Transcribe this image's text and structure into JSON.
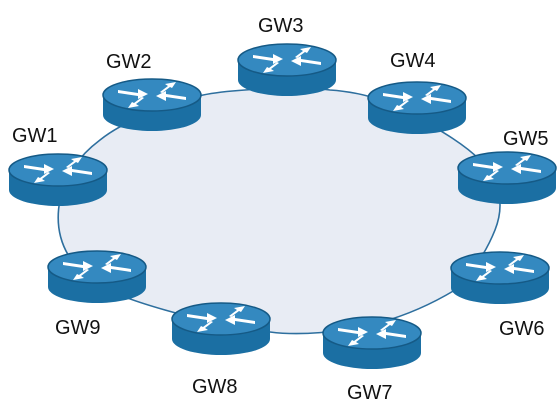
{
  "diagram": {
    "colors": {
      "cloud_fill": "#e8ecf4",
      "cloud_stroke": "#2e6f9e",
      "router_body": "#1b6fa3",
      "router_top": "#3489c0",
      "router_rim": "#155a86",
      "arrow": "#ffffff"
    },
    "icon": "router-icon",
    "routers": [
      {
        "id": "gw1",
        "label": "GW1"
      },
      {
        "id": "gw2",
        "label": "GW2"
      },
      {
        "id": "gw3",
        "label": "GW3"
      },
      {
        "id": "gw4",
        "label": "GW4"
      },
      {
        "id": "gw5",
        "label": "GW5"
      },
      {
        "id": "gw6",
        "label": "GW6"
      },
      {
        "id": "gw7",
        "label": "GW7"
      },
      {
        "id": "gw8",
        "label": "GW8"
      },
      {
        "id": "gw9",
        "label": "GW9"
      }
    ]
  }
}
